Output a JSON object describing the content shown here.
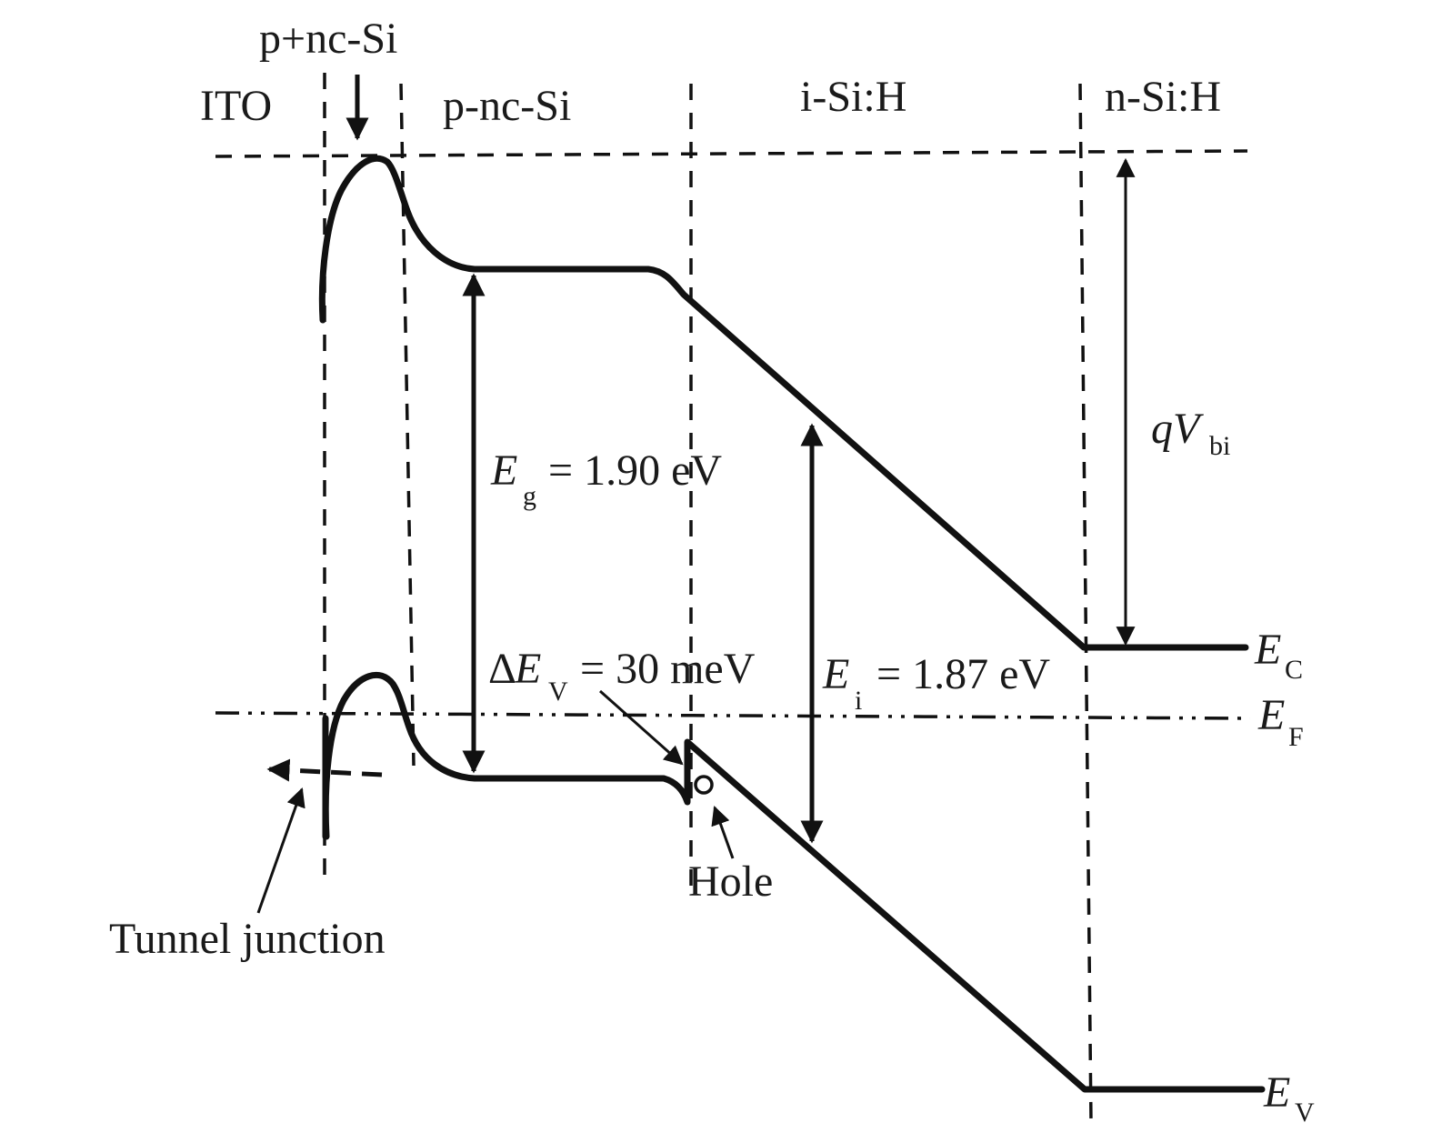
{
  "regions": {
    "ito": "ITO",
    "p_plus": "p+nc-Si",
    "p": "p-nc-Si",
    "i": "i-Si:H",
    "n": "n-Si:H"
  },
  "eg": {
    "sym": "E",
    "sub": "g",
    "rest": " = 1.90 eV"
  },
  "ei": {
    "sym": "E",
    "sub": "i",
    "rest": " = 1.87 eV"
  },
  "dev": {
    "pre": "Δ",
    "sym": "E",
    "sub": "V",
    "rest": " = 30 meV"
  },
  "qvbi": {
    "sym": "qV",
    "sub": "bi"
  },
  "ec": {
    "sym": "E",
    "sub": "C"
  },
  "ef": {
    "sym": "E",
    "sub": "F"
  },
  "ev": {
    "sym": "E",
    "sub": "V"
  },
  "hole": "Hole",
  "tunnel": "Tunnel junction",
  "colors": {
    "line": "#111111",
    "background": "#ffffff"
  }
}
